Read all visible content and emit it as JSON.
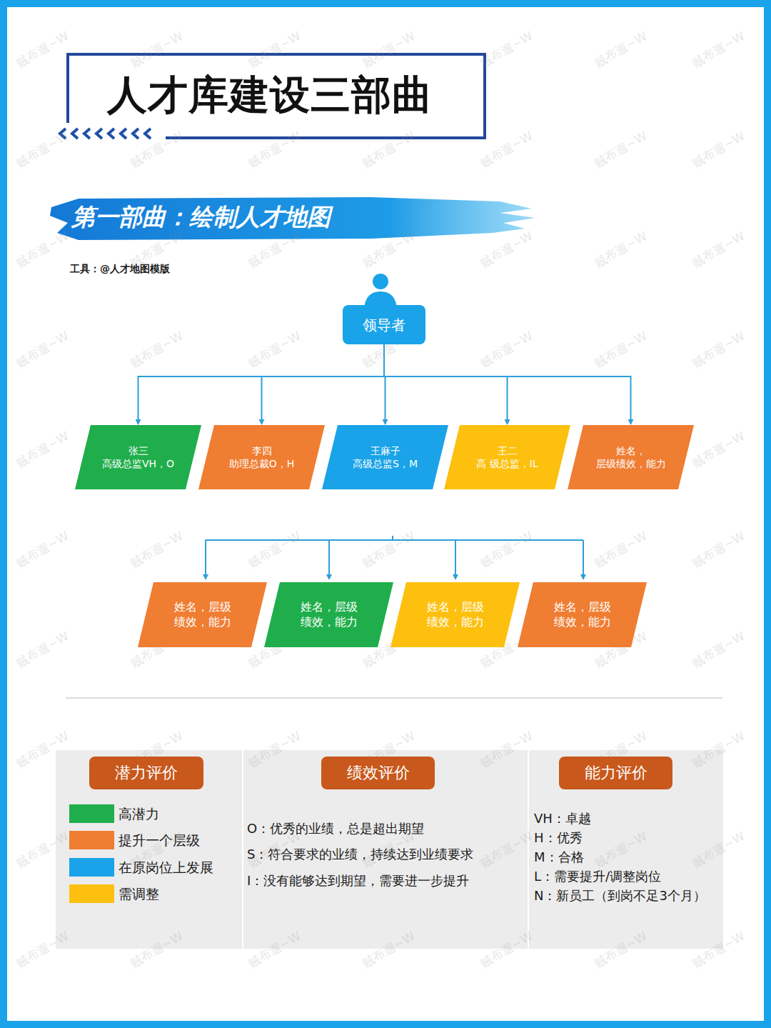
{
  "diagram": {
    "title": "人才库建设三部曲",
    "nodes": [
      {
        "text": [
          "第一部曲：绘制人才地图"
        ]
      },
      {
        "text": [
          "领导者"
        ]
      },
      {
        "text": [
          "张三",
          "高级总监VH，O"
        ]
      },
      {
        "text": [
          "李四",
          "助理总裁O，H"
        ]
      },
      {
        "text": [
          "王麻子",
          "高级总监S，M"
        ]
      },
      {
        "text": [
          "王二",
          "高 级总监，IL"
        ]
      },
      {
        "text": [
          "姓名，",
          "层级绩效，能力"
        ]
      },
      {
        "text": [
          "姓名，层级",
          "绩效，能力"
        ]
      },
      {
        "text": [
          "姓名，层级",
          "绩效，能力"
        ]
      },
      {
        "text": [
          "姓名，层级",
          "绩效，能力"
        ]
      },
      {
        "text": [
          "姓名，层级",
          "绩效，能力"
        ]
      },
      {
        "text": [
          "潜力评价"
        ]
      },
      {
        "text": [
          "绩效评价"
        ]
      },
      {
        "text": [
          "能力评价"
        ]
      }
    ],
    "edges": [
      {
        "from": 1,
        "to": 2,
        "arrow": "to"
      },
      {
        "from": 1,
        "to": 3,
        "arrow": "to"
      },
      {
        "from": 1,
        "to": 4,
        "arrow": "to"
      },
      {
        "from": 1,
        "to": 5,
        "arrow": "to"
      },
      {
        "from": 1,
        "to": 6,
        "arrow": "to"
      }
    ],
    "labels": [
      "工具：@人才地图模版",
      "O：优秀的业绩，总是超出期望",
      "S：符合要求的业绩，持续达到业绩要求",
      "I：没有能够达到期望，需要进一步提升",
      "VH：卓越",
      "H：优秀",
      "M：合格",
      "L：需要提升/调整岗位",
      "N：新员工（到岗不足3个月）",
      "贼布遛~W",
      "贼布遛~W",
      "贼布遛~W",
      "贼布遛~W",
      "贼布遛~W",
      "贼布遛~W",
      "贼布遛~W",
      "贼布遛~W",
      "贼布遛~W",
      "贼布遛~W",
      "贼布遛~W",
      "贼布遛~W",
      "贼布遛~W",
      "贼布遛~W",
      "贼布遛~W",
      "贼布遛~W",
      "贼布遛~W",
      "贼布遛~W",
      "贼布遛~W",
      "贼布遛~W",
      "贼布遛~W",
      "贼布遛~W",
      "贼布遛~W",
      "贼布遛~W",
      "贼布遛~W",
      "贼布遛~W",
      "贼布遛~W",
      "贼布遛~W",
      "贼布遛~W",
      "贼布遛~W",
      "贼布遛~W",
      "贼布遛~W",
      "贼布遛~W",
      "贼布遛~W",
      "贼布遛~W",
      "贼布遛~W",
      "贼布遛~W",
      "贼布遛~W",
      "贼布遛~W",
      "贼布遛~W",
      "贼布遛~W",
      "贼布遛~W",
      "贼布遛~W",
      "贼布遛~W",
      "贼布遛~W",
      "贼布遛~W",
      "贼布遛~W",
      "贼布遛~W",
      "贼布遛~W",
      "贼布遛~W",
      "贼布遛~W",
      "贼布遛~W",
      "贼布遛~W",
      "贼布遛~W",
      "贼布遛~W",
      "贼布遛~W",
      "贼布遛~W",
      "贼布遛~W",
      "贼布遛~W",
      "贼布遛~W",
      "贼布遛~W",
      "贼布遛~W",
      "贼布遛~W",
      "贼布遛~W",
      "贼布遛~W",
      "贼布遛~W",
      "贼布遛~W",
      "贼布遛~W",
      "贼布遛~W",
      "贼布遛~W"
    ],
    "legend": [
      {
        "text": "高潜力",
        "color": "#1fae4b"
      },
      {
        "text": "提升一个层级",
        "color": "#ef7d32"
      },
      {
        "text": "在原岗位上发展",
        "color": "#1aa3e8"
      },
      {
        "text": "需调整",
        "color": "#fdc00f"
      }
    ]
  }
}
